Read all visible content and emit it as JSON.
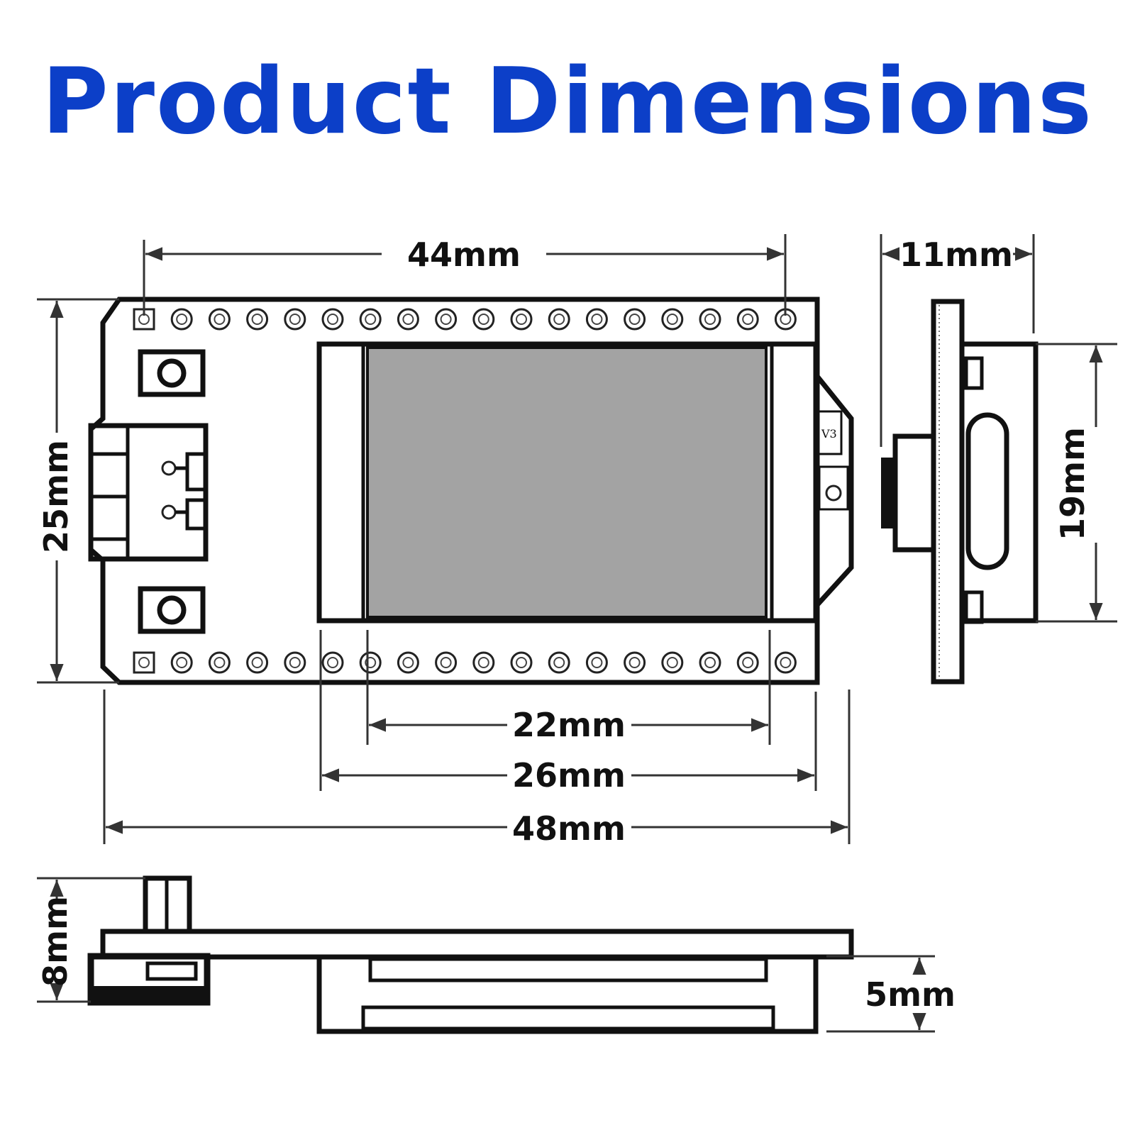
{
  "title": "Product Dimensions",
  "dimensions": {
    "top_length": "44mm",
    "side_thickness": "11mm",
    "board_width": "25mm",
    "side_height": "19mm",
    "screen_active": "22mm",
    "screen_module": "26mm",
    "total_length": "48mm",
    "height_with_connector": "8mm",
    "module_depth": "5mm"
  },
  "board_marking": "V3",
  "colors": {
    "title": "#0c3fc8",
    "screen": "#a3a3a3",
    "outline": "#111111"
  }
}
